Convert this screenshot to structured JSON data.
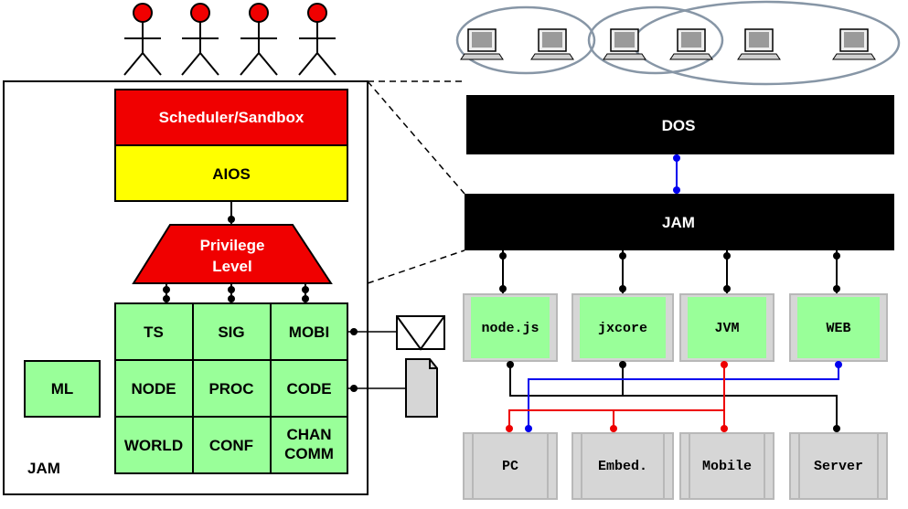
{
  "colors": {
    "red": "#f00000",
    "yellow": "#ffff00",
    "green": "#99ff99",
    "gray": "#d6d6d6",
    "black": "#000000",
    "blue_link": "#0000ee",
    "red_link": "#ee0000"
  },
  "actors": {
    "count": 4,
    "icon": "stick-figure-icon"
  },
  "jam_node": {
    "label": "JAM",
    "scheduler": "Scheduler/Sandbox",
    "aios": "AIOS",
    "privilege_line1": "Privilege",
    "privilege_line2": "Level",
    "ml": "ML",
    "modules": {
      "ts": "TS",
      "sig": "SIG",
      "mobi": "MOBI",
      "node": "NODE",
      "proc": "PROC",
      "code": "CODE",
      "world": "WORLD",
      "conf": "CONF",
      "chan_line1": "CHAN",
      "chan_line2": "COMM"
    }
  },
  "network": {
    "computers": 6,
    "clusters": 3,
    "icon": "computer-icon"
  },
  "dos_label": "DOS",
  "jam_bar_label": "JAM",
  "platforms": [
    "node.js",
    "jxcore",
    "JVM",
    "WEB"
  ],
  "hosts": [
    "PC",
    "Embed.",
    "Mobile",
    "Server"
  ],
  "side_icons": [
    "message-envelope-icon",
    "code-document-icon"
  ]
}
